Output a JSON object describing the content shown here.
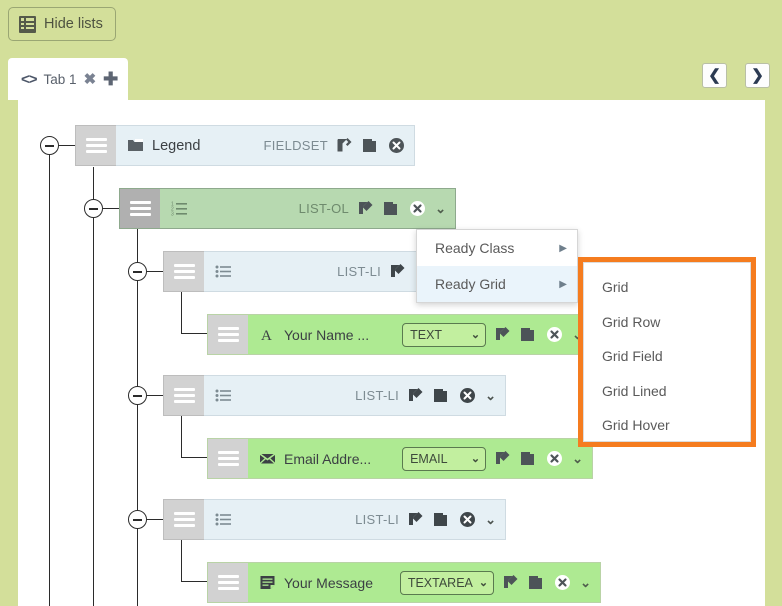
{
  "toolbar": {
    "hide_lists_label": "Hide lists",
    "hide_lists_icon": "grid-icon"
  },
  "tabs": {
    "code_icon": "code-brackets-icon",
    "label": "Tab 1",
    "close_glyph": "✖",
    "add_glyph": "✚",
    "prev_glyph": "❮",
    "next_glyph": "❯"
  },
  "tree": {
    "nodes": [
      {
        "id": "legend",
        "icon": "folder-icon",
        "label": "Legend",
        "type": "FIELDSET",
        "select": null,
        "has_chevron": false,
        "style": "blue"
      },
      {
        "id": "list-ol",
        "icon": "ordered-list-icon",
        "label": "",
        "type": "LIST-OL",
        "select": null,
        "has_chevron": true,
        "style": "green"
      },
      {
        "id": "list-li-1",
        "icon": "bullet-list-icon",
        "label": "",
        "type": "LIST-LI",
        "select": null,
        "has_chevron": true,
        "style": "blue"
      },
      {
        "id": "field-name",
        "icon": "letter-a-icon",
        "label": "Your Name ...",
        "type": "",
        "select": "TEXT",
        "has_chevron": true,
        "style": "brightgreen"
      },
      {
        "id": "list-li-2",
        "icon": "bullet-list-icon",
        "label": "",
        "type": "LIST-LI",
        "select": null,
        "has_chevron": true,
        "style": "blue"
      },
      {
        "id": "field-email",
        "icon": "envelope-icon",
        "label": "Email Addre...",
        "type": "",
        "select": "EMAIL",
        "has_chevron": true,
        "style": "brightgreen"
      },
      {
        "id": "list-li-3",
        "icon": "bullet-list-icon",
        "label": "",
        "type": "LIST-LI",
        "select": null,
        "has_chevron": true,
        "style": "blue"
      },
      {
        "id": "field-message",
        "icon": "textarea-icon",
        "label": "Your Message",
        "type": "",
        "select": "TEXTAREA",
        "has_chevron": true,
        "style": "brightgreen"
      }
    ],
    "actions": {
      "edit": "edit-icon",
      "copy": "copy-icon",
      "delete": "delete-icon",
      "expand": "chevron-down-icon"
    }
  },
  "context_menu": {
    "items": [
      {
        "label": "Ready Class",
        "active": false
      },
      {
        "label": "Ready Grid",
        "active": true
      }
    ],
    "arrow_glyph": "▶"
  },
  "submenu": {
    "highlight_color": "#f57c1f",
    "items": [
      {
        "label": "Grid"
      },
      {
        "label": "Grid Row"
      },
      {
        "label": "Grid Field"
      },
      {
        "label": "Grid Lined"
      },
      {
        "label": "Grid Hover"
      }
    ]
  },
  "colors": {
    "page_background": "#d3df9a",
    "canvas": "#ffffff",
    "node_blue": "#e6f0f5",
    "node_green": "#b7d9b0",
    "node_bright_green": "#aeea92",
    "highlight_orange": "#f57c1f"
  }
}
